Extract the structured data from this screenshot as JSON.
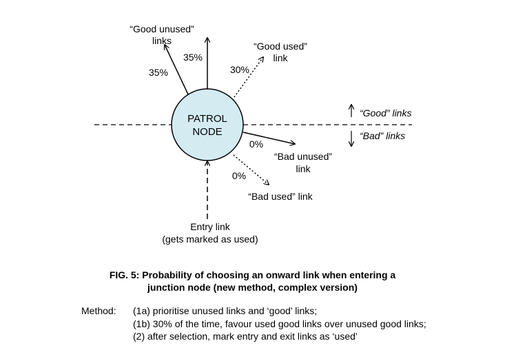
{
  "node": {
    "line1": "PATROL",
    "line2": "NODE"
  },
  "links": {
    "good_unused": {
      "label_line1": "“Good unused”",
      "label_line2": "links",
      "pct_left": "35%",
      "pct_right": "35%"
    },
    "good_used": {
      "label_line1": "“Good used”",
      "label_line2": "link",
      "pct": "30%"
    },
    "bad_unused": {
      "label_line1": "“Bad unused”",
      "label_line2": "link",
      "pct": "0%"
    },
    "bad_used": {
      "label": "“Bad used” link",
      "pct": "0%"
    },
    "entry": {
      "label_line1": "Entry link",
      "label_line2": "(gets marked as used)"
    }
  },
  "side_labels": {
    "good": "“Good” links",
    "bad": "“Bad” links"
  },
  "caption": {
    "line1": "FIG. 5: Probability of choosing an onward link when entering a",
    "line2": "junction node (new method, complex version)"
  },
  "method": {
    "label": "Method:",
    "items": [
      "(1a) prioritise unused links and ‘good’ links;",
      "(1b) 30% of the time, favour used good links over unused good links;",
      "(2) after selection, mark entry and exit links as ‘used’"
    ]
  },
  "colors": {
    "node_fill": "#d4ebf2",
    "stroke": "#000000",
    "background": "#ffffff"
  }
}
